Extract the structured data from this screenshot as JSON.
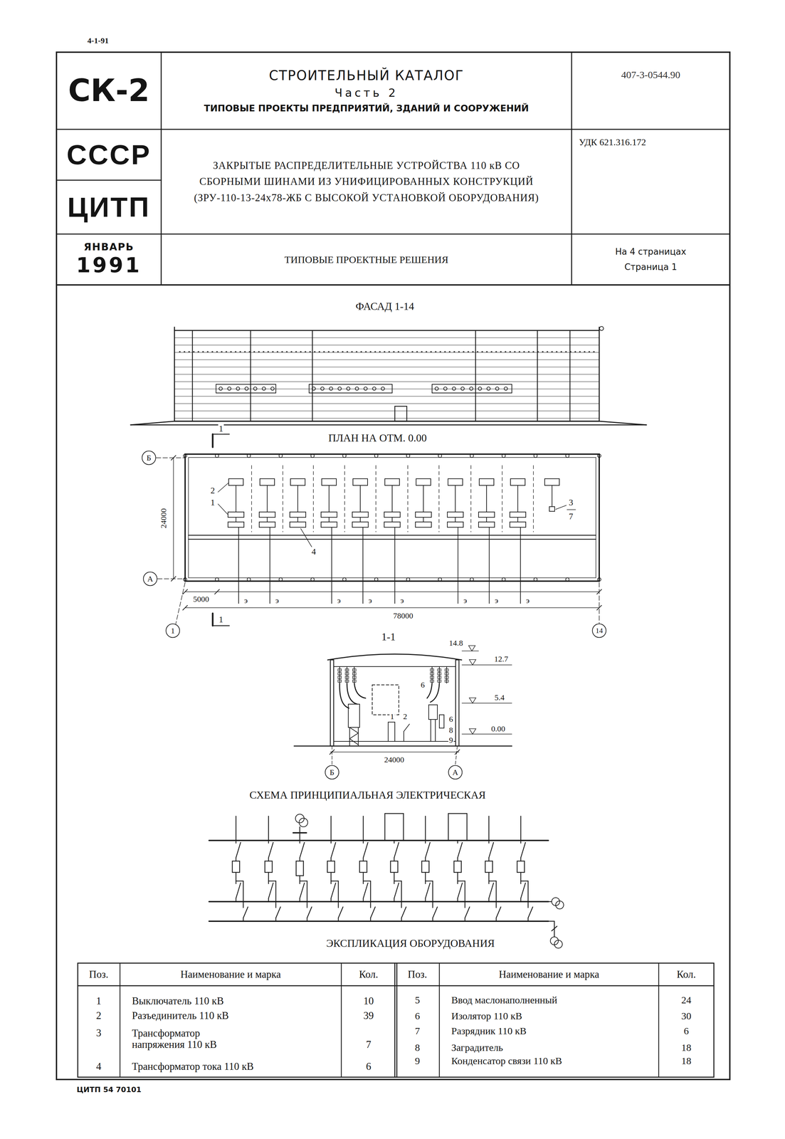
{
  "diagram": {
    "nodes": [
      {
        "text": [
          "СК-2"
        ]
      },
      {
        "text": [
          "СТРОИТЕЛЬНЫЙ КАТАЛОГ",
          "Часть 2",
          "ТИПОВЫЕ ПРОЕКТЫ ПРЕДПРИЯТИЙ, ЗДАНИЙ И СООРУЖЕНИЙ"
        ]
      },
      {
        "text": [
          "407-3-0544.90"
        ]
      },
      {
        "text": [
          "СССР"
        ]
      },
      {
        "text": [
          "ЦИТП"
        ]
      },
      {
        "text": [
          "ЗАКРЫТЫЕ РАСПРЕДЕЛИТЕЛЬНЫЕ УСТРОЙСТВА 110 кВ СО СБОРНЫМИ ШИНАМИ ИЗ УНИФИЦИРОВАННЫХ КОНСТРУКЦИЙ (ЗРУ-110-13-24х78-ЖБ С ВЫСОКОЙ УСТАНОВКОЙ ОБОРУДОВАНИЯ)"
        ]
      },
      {
        "text": [
          "УДК 621.316.172"
        ]
      },
      {
        "text": [
          "ЯНВАРЬ",
          "1991"
        ]
      },
      {
        "text": [
          "ТИПОВЫЕ ПРОЕКТНЫЕ РЕШЕНИЯ"
        ]
      },
      {
        "text": [
          "На 4 страницах",
          "Страница 1"
        ]
      },
      {
        "text": [
          "Б"
        ]
      },
      {
        "text": [
          "А"
        ]
      },
      {
        "text": [
          "1"
        ]
      },
      {
        "text": [
          "14"
        ]
      },
      {
        "text": [
          "Б"
        ]
      },
      {
        "text": [
          "А"
        ]
      }
    ],
    "labels": [
      "4-1-91",
      "ФАСАД 1-14",
      "ПЛАН НА ОТМ. 0.00",
      "24000",
      "5000",
      "э",
      "э",
      "э",
      "э",
      "э",
      "э",
      "э",
      "э",
      "78000",
      "1",
      "1",
      "2",
      "1",
      "4",
      "3",
      "7",
      "1-1",
      "14.8",
      "12.7",
      "5.4",
      "0.00",
      "1",
      "2",
      "6",
      "6",
      "8",
      "9",
      "24000",
      "СХЕМА ПРИНЦИПИАЛЬНАЯ ЭЛЕКТРИЧЕСКАЯ",
      "ЭКСПЛИКАЦИЯ ОБОРУДОВАНИЯ",
      "Поз.",
      "Наименование и марка",
      "Кол.",
      "Поз.",
      "Наименование и марка",
      "Кол.",
      "1",
      "Выключатель 110 кВ",
      "10",
      "2",
      "Разъединитель 110 кВ",
      "39",
      "3",
      "Трансформатор напряжения 110 кВ",
      "7",
      "4",
      "Трансформатор тока 110 кВ",
      "6",
      "5",
      "Ввод маслонаполненный",
      "24",
      "6",
      "Изолятор 110 кВ",
      "30",
      "7",
      "Разрядник 110 кВ",
      "6",
      "8",
      "Заградитель",
      "18",
      "9",
      "Конденсатор связи 110 кВ",
      "18",
      "ЦИТП 54 70101"
    ]
  }
}
